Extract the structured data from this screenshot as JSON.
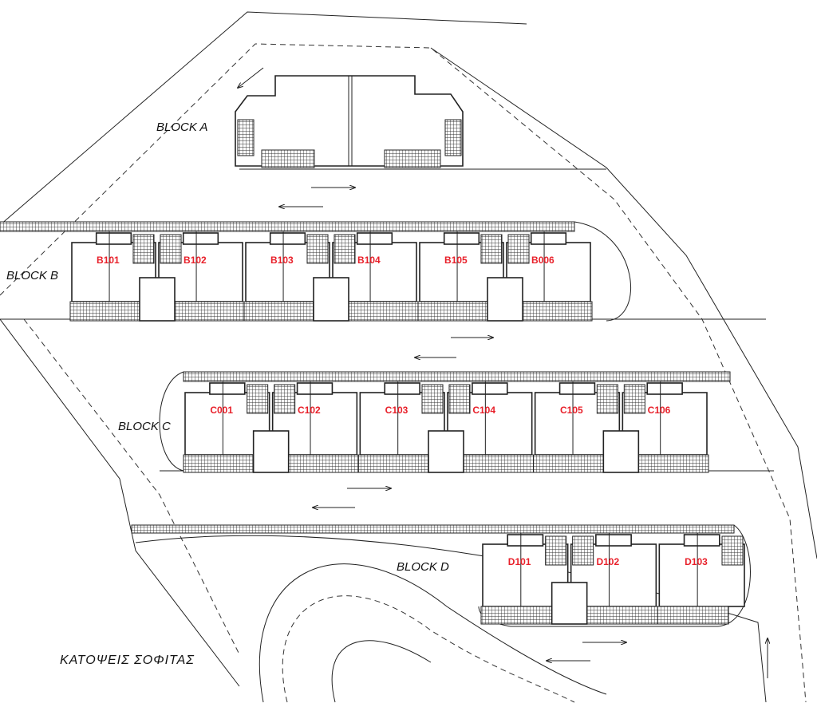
{
  "drawing_title": "ΚΑΤΟΨΕΙΣ ΣΟΦΙΤΑΣ",
  "blocks": {
    "a": {
      "label": "BLOCK A",
      "units": []
    },
    "b": {
      "label": "BLOCK B",
      "units": [
        "B101",
        "B102",
        "B103",
        "B104",
        "B105",
        "B006"
      ]
    },
    "c": {
      "label": "BLOCK C",
      "units": [
        "C001",
        "C102",
        "C103",
        "C104",
        "C105",
        "C106"
      ]
    },
    "d": {
      "label": "BLOCK D",
      "units": [
        "D101",
        "D102",
        "D103"
      ]
    }
  },
  "colors": {
    "unit_label": "#e8202a",
    "lines": "#222222"
  }
}
